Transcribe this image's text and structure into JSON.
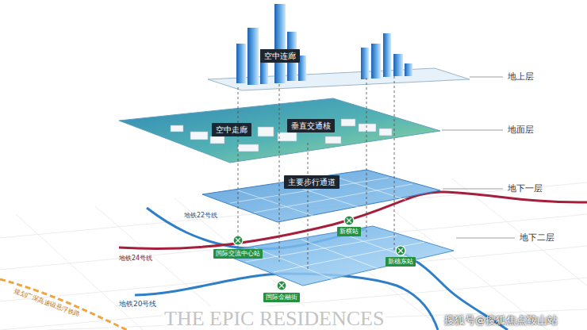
{
  "diagram": {
    "nodes": [
      {
        "text": [
          "空中连廊"
        ]
      },
      {
        "text": [
          "空中走廊"
        ]
      },
      {
        "text": [
          "垂直交通核"
        ]
      },
      {
        "text": [
          "主要步行通道"
        ]
      },
      {
        "text": [
          "国际交流中心站"
        ]
      },
      {
        "text": [
          "新横站"
        ]
      },
      {
        "text": [
          "国际金融街"
        ]
      },
      {
        "text": [
          "新穗东站"
        ]
      }
    ],
    "labels": [
      "地上层",
      "地面层",
      "地下一层",
      "地下二层",
      "地铁22号线",
      "地铁24号线",
      "地铁20号线",
      "规划广深高速磁悬浮铁路",
      "THE EPIC RESIDENCES",
      "搜狐号@搜狐焦点鞍山站"
    ]
  }
}
